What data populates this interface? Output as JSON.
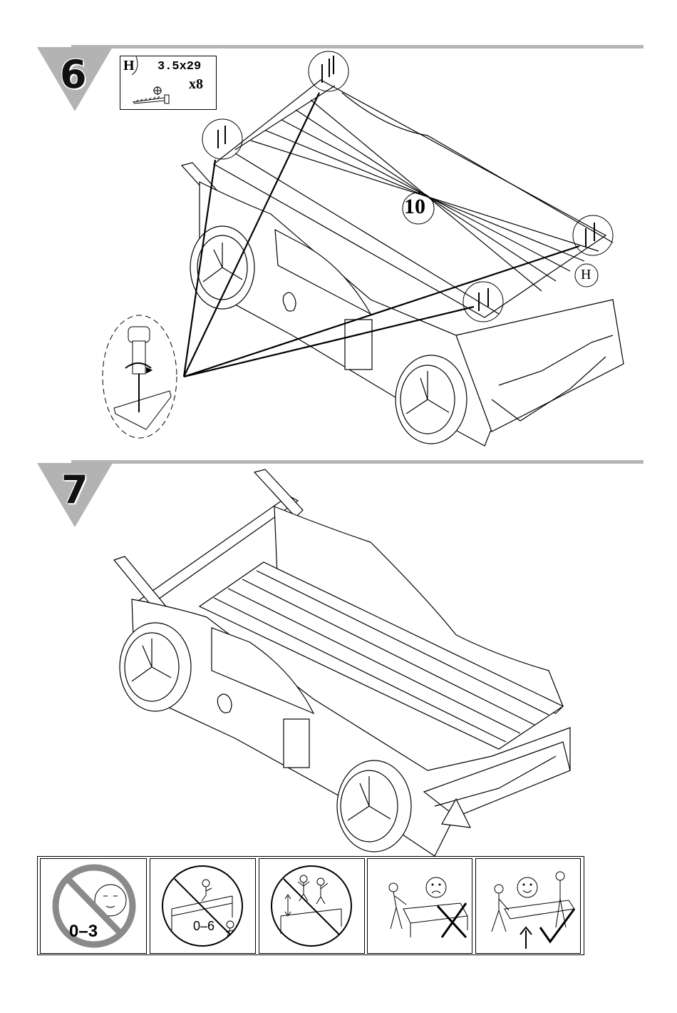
{
  "steps": [
    {
      "number": "6"
    },
    {
      "number": "7"
    }
  ],
  "hardware": {
    "letter": "H",
    "size": "3.5x29",
    "quantity": "x8"
  },
  "callouts": {
    "slat_count": "10",
    "hardware_ref": "H"
  },
  "warnings": [
    {
      "name": "not-for-age-0-3",
      "text": "0–3"
    },
    {
      "name": "no-children-under-6-top",
      "text": "0–6"
    },
    {
      "name": "no-jumping",
      "text": ""
    },
    {
      "name": "do-not-drag-bed",
      "text": ""
    },
    {
      "name": "lift-bed-to-move",
      "text": ""
    }
  ],
  "colors": {
    "rule": "#b5b5b5",
    "triangle": "#b3b3b3",
    "prohibited": "#8a8a8a"
  }
}
